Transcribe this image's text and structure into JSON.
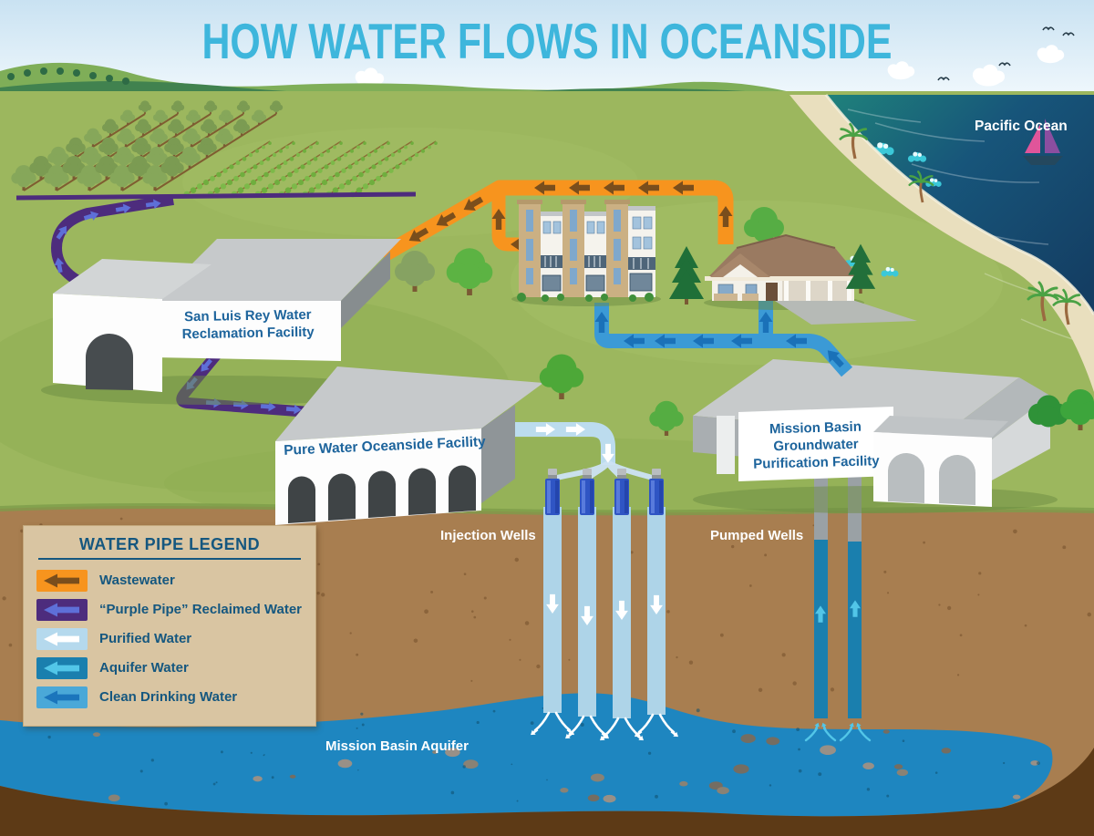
{
  "title": "HOW WATER FLOWS IN OCEANSIDE",
  "ocean": {
    "label": "Pacific Ocean"
  },
  "facilities": {
    "san_luis_rey": {
      "lines": [
        "San Luis Rey Water",
        "Reclamation Facility"
      ]
    },
    "pure_water": {
      "label": "Pure Water Oceanside Facility"
    },
    "mission_basin": {
      "lines": [
        "Mission Basin",
        "Groundwater",
        "Purification Facility"
      ]
    }
  },
  "wells": {
    "injection_label": "Injection Wells",
    "pumped_label": "Pumped Wells"
  },
  "aquifer_label": "Mission Basin Aquifer",
  "legend": {
    "title": "WATER PIPE LEGEND",
    "items": [
      {
        "id": "wastewater",
        "label": "Wastewater",
        "pipe_color": "#f7941e",
        "arrow_color": "#7a4e1c"
      },
      {
        "id": "reclaimed",
        "label": "“Purple Pipe” Reclaimed Water",
        "pipe_color": "#4d2c7d",
        "arrow_color": "#5e6fd8"
      },
      {
        "id": "purified",
        "label": "Purified Water",
        "pipe_color": "#b5d9ed",
        "arrow_color": "#ffffff"
      },
      {
        "id": "aquifer",
        "label": "Aquifer Water",
        "pipe_color": "#1a7fae",
        "arrow_color": "#52c6e8"
      },
      {
        "id": "drinking",
        "label": "Clean Drinking Water",
        "pipe_color": "#4aa8d8",
        "arrow_color": "#1b75bc"
      }
    ]
  }
}
